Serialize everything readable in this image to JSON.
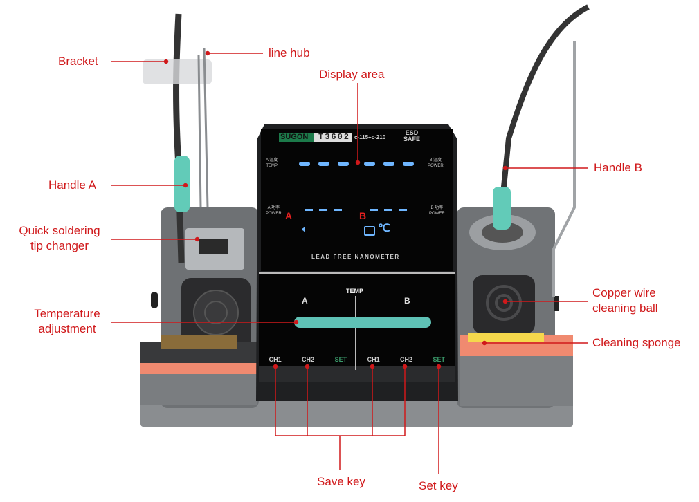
{
  "colors": {
    "callout": "#d0191b",
    "accent": "#5fc2b6",
    "display_blue": "#6fb6ff"
  },
  "callouts": {
    "bracket": "Bracket",
    "line_hub": "line hub",
    "display_area": "Display area",
    "handle_a": "Handle A",
    "tip_changer_1": "Quick soldering",
    "tip_changer_2": "tip changer",
    "temp_adjust_1": "Temperature",
    "temp_adjust_2": "adjustment",
    "handle_b": "Handle B",
    "copper_1": "Copper wire",
    "copper_2": "cleaning ball",
    "sponge": "Cleaning sponge",
    "save_key": "Save key",
    "set_key": "Set key"
  },
  "device": {
    "brand": "SUGON",
    "model": "T3602",
    "tips": "c-115+c-210",
    "esd_1": "ESD",
    "esd_2": "SAFE",
    "a_temp_cn": "A 温度",
    "a_temp": "TEMP",
    "b_temp_cn": "B 温度",
    "b_temp": "POWER",
    "a_power_cn": "A 功率",
    "a_power": "POWER",
    "b_power_cn": "B 功率",
    "b_power": "POWER",
    "ch_a": "A",
    "ch_b": "B",
    "unit": "℃",
    "footer": "LEAD FREE NANOMETER",
    "slider_title": "TEMP",
    "slider_a": "A",
    "slider_b": "B",
    "keys": [
      "CH1",
      "CH2",
      "SET",
      "CH1",
      "CH2",
      "SET"
    ]
  }
}
